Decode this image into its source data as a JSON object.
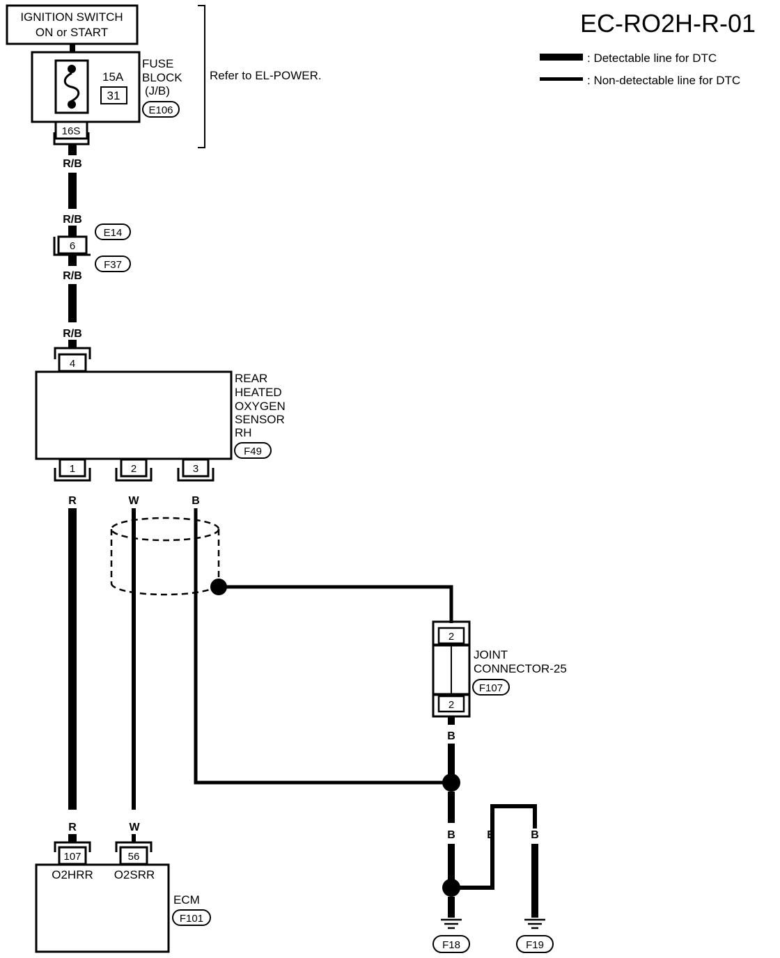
{
  "title": "EC-RO2H-R-01",
  "legend": {
    "detectable": ": Detectable line for DTC",
    "non_detectable": ": Non-detectable line for DTC"
  },
  "ignition": {
    "line1": "IGNITION SWITCH",
    "line2": "ON or START"
  },
  "fuse_block": {
    "amp": "15A",
    "fuse_no": "31",
    "name1": "FUSE",
    "name2": "BLOCK",
    "name3": "(J/B)",
    "connector": "E106",
    "pin": "16S",
    "note": "Refer to EL-POWER."
  },
  "wire_colors": {
    "rb": "R/B",
    "r": "R",
    "w": "W",
    "b": "B"
  },
  "inline_connector": {
    "pin": "6",
    "upper": "E14",
    "lower": "F37"
  },
  "sensor": {
    "top_pin": "4",
    "name": [
      "REAR",
      "HEATED",
      "OXYGEN",
      "SENSOR",
      "RH"
    ],
    "connector": "F49",
    "pins": [
      "1",
      "2",
      "3"
    ]
  },
  "joint_connector": {
    "name1": "JOINT",
    "name2": "CONNECTOR-25",
    "connector": "F107",
    "top_pin": "2",
    "bottom_pin": "2"
  },
  "ecm": {
    "name": "ECM",
    "connector": "F101",
    "pin1": "107",
    "pin2": "56",
    "sig1": "O2HRR",
    "sig2": "O2SRR"
  },
  "grounds": {
    "g1": "F18",
    "g2": "F19"
  }
}
